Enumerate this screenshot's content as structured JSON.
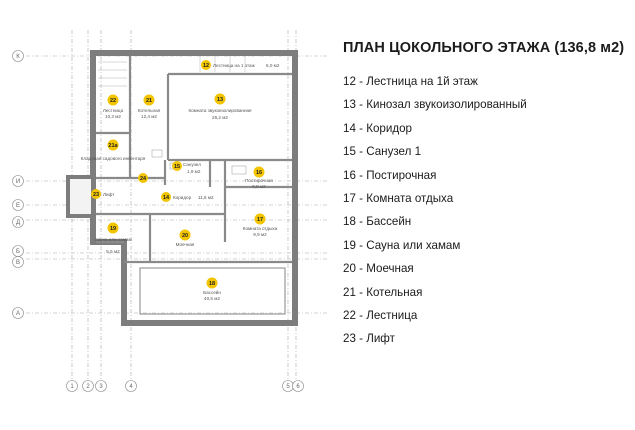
{
  "legend": {
    "title": "ПЛАН ЦОКОЛЬНОГО ЭТАЖА (136,8 м2)",
    "items": [
      {
        "number": "12",
        "text": "Лестница на 1й этаж"
      },
      {
        "number": "13",
        "text": "Кинозал звукоизолированный"
      },
      {
        "number": "14",
        "text": "Коридор"
      },
      {
        "number": "15",
        "text": "Санузел 1"
      },
      {
        "number": "16",
        "text": "Постирочная"
      },
      {
        "number": "17",
        "text": "Комната отдыха"
      },
      {
        "number": "18",
        "text": "Бассейн"
      },
      {
        "number": "19",
        "text": "Сауна или хамам"
      },
      {
        "number": "20",
        "text": "Моечная"
      },
      {
        "number": "21",
        "text": "Котельная"
      },
      {
        "number": "22",
        "text": "Лестница"
      },
      {
        "number": "23",
        "text": "Лифт"
      }
    ]
  },
  "plan": {
    "axis_rows": [
      "К",
      "И",
      "Е",
      "Д",
      "Б",
      "В",
      "А"
    ],
    "axis_cols": [
      "1",
      "2",
      "3",
      "4",
      "5",
      "6"
    ],
    "rooms": [
      {
        "id": "r22",
        "number": "22",
        "name": "Лестница",
        "area": "10,3 м2"
      },
      {
        "id": "r21",
        "number": "21",
        "name": "Котельная",
        "area": "12,4 м2"
      },
      {
        "id": "r13",
        "number": "13",
        "name": "Комната звукоизолированная",
        "area": "26,2 м2"
      },
      {
        "id": "r12",
        "number": "12",
        "name": "Лестница на 1 этаж",
        "area": "6,0 м2"
      },
      {
        "id": "r21a",
        "number": "21а",
        "name": "Кладовая садового инвентаря",
        "area": ""
      },
      {
        "id": "r15",
        "number": "15",
        "name": "Санузел",
        "area": "1,9 м2"
      },
      {
        "id": "r16",
        "number": "16",
        "name": "Постирочная",
        "area": "5,8 м2"
      },
      {
        "id": "r24",
        "number": "24",
        "name": "",
        "area": ""
      },
      {
        "id": "r23",
        "number": "23",
        "name": "Лифт",
        "area": ""
      },
      {
        "id": "r14",
        "number": "14",
        "name": "Коридор",
        "area": "11,6 м2"
      },
      {
        "id": "r17",
        "number": "17",
        "name": "Комната отдыха",
        "area": "9,9 м2"
      },
      {
        "id": "r19",
        "number": "19",
        "name": "Сауна или хамам",
        "area": "5,5 м2"
      },
      {
        "id": "r20",
        "number": "20",
        "name": "Моечная",
        "area": ""
      },
      {
        "id": "r18",
        "number": "18",
        "name": "Бассейн",
        "area": "40,5 м2"
      }
    ],
    "colors": {
      "badge": "#f2c500",
      "wall": "#7d7d7d",
      "axis": "#9a9a9a"
    }
  }
}
